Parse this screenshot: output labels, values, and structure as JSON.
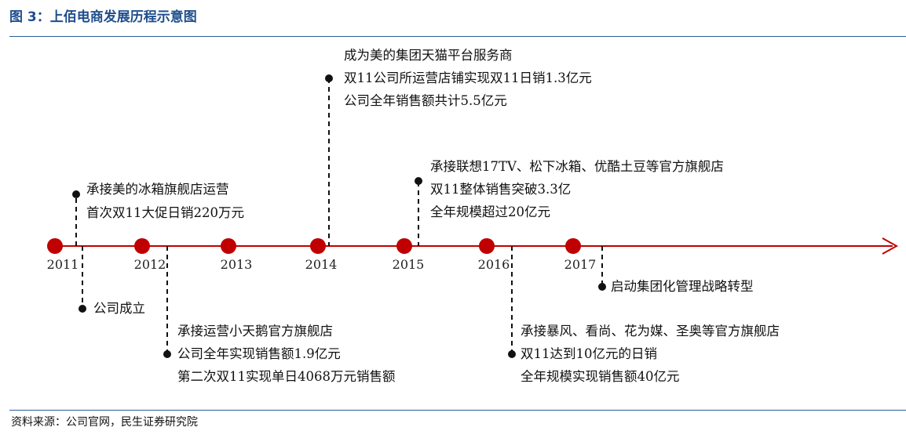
{
  "figure_title": "图 3：上佰电商发展历程示意图",
  "source": "资料来源：公司官网，民生证券研究院",
  "colors": {
    "accent": "#c00000",
    "title": "#1f4e8c",
    "rule": "#2e5c9a"
  },
  "years": [
    "2011",
    "2012",
    "2013",
    "2014",
    "2015",
    "2016",
    "2017"
  ],
  "events": [
    {
      "lines": [
        "承接美的冰箱旗舰店运营",
        "首次双11大促日销220万元"
      ]
    },
    {
      "lines": [
        "公司成立"
      ]
    },
    {
      "lines": [
        "承接运营小天鹅官方旗舰店",
        "公司全年实现销售额1.9亿元",
        "第二次双11实现单日4068万元销售额"
      ]
    },
    {
      "lines": [
        "成为美的集团天猫平台服务商",
        "双11公司所运营店铺实现双11日销1.3亿元",
        "公司全年销售额共计5.5亿元"
      ]
    },
    {
      "lines": [
        "承接联想17TV、松下冰箱、优酷土豆等官方旗舰店",
        "双11整体销售突破3.3亿",
        "全年规模超过20亿元"
      ]
    },
    {
      "lines": [
        "承接暴风、看尚、花为媒、圣奥等官方旗舰店",
        "双11达到10亿元的日销",
        "全年规模实现销售额40亿元"
      ]
    },
    {
      "lines": [
        "启动集团化管理战略转型"
      ]
    }
  ]
}
